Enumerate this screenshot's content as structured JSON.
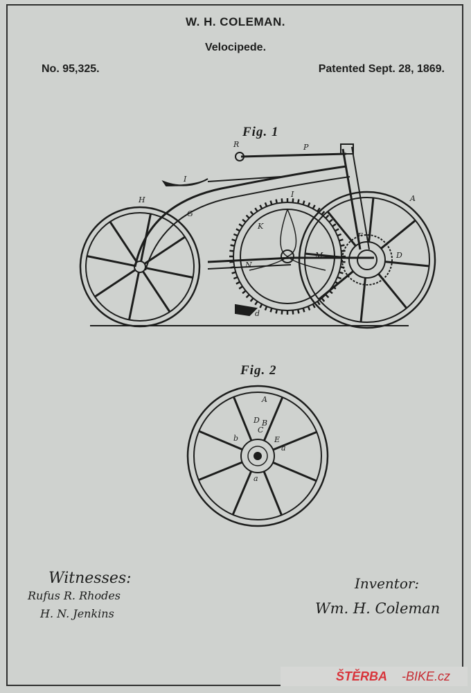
{
  "header": {
    "inventor_name": "W. H. COLEMAN.",
    "invention_title": "Velocipede.",
    "patent_number": "No. 95,325.",
    "patent_date": "Patented Sept. 28, 1869."
  },
  "figures": {
    "fig1_label": "Fig. 1",
    "fig2_label": "Fig. 2"
  },
  "signatures": {
    "witnesses_label": "Witnesses:",
    "witness_1": "Rufus R. Rhodes",
    "witness_2": "H. N. Jenkins",
    "inventor_label": "Inventor:",
    "inventor_signature": "Wm. H. Coleman"
  },
  "watermark": {
    "brand": "ŠTĚRBA",
    "suffix": "-BIKE.cz",
    "color": "#d8333a"
  },
  "colors": {
    "paper": "#cfd2cf",
    "ink": "#1c1d1c"
  }
}
